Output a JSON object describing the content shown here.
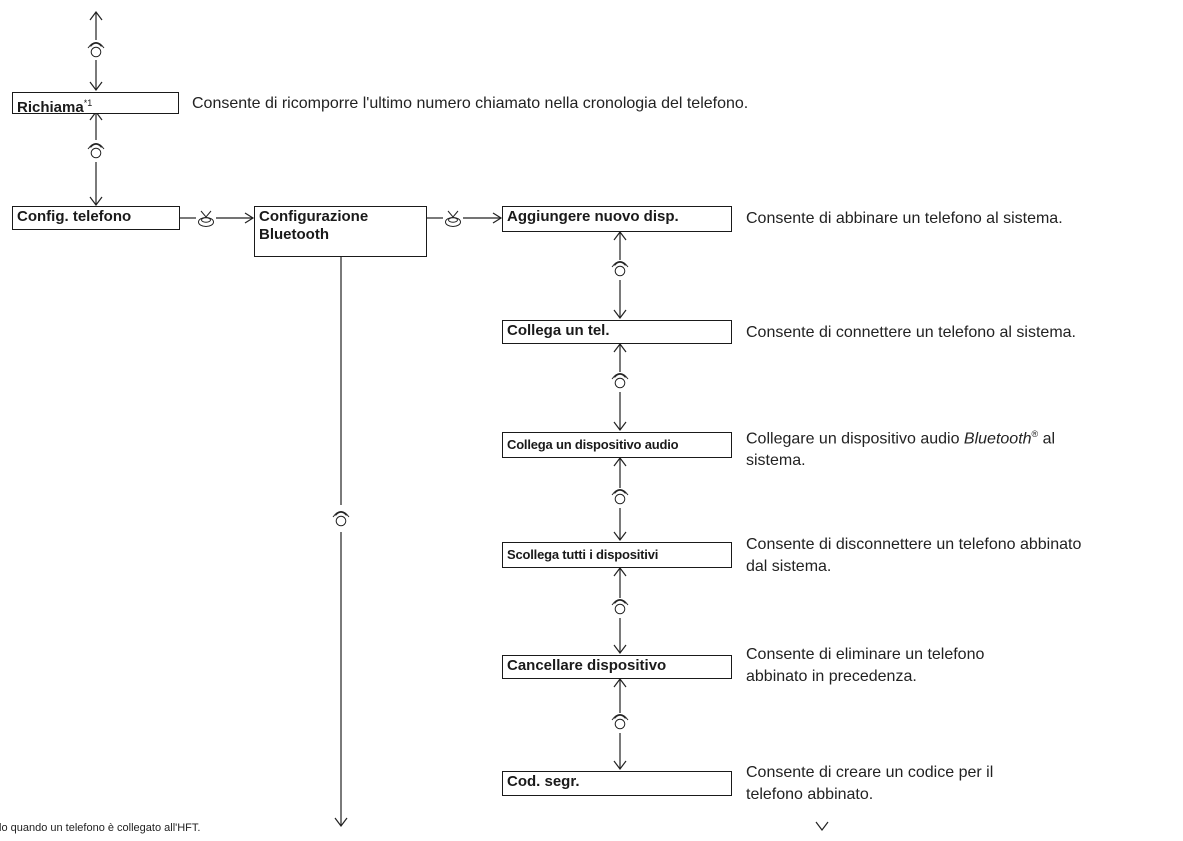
{
  "menu": {
    "richiama": "Richiama",
    "richiama_ref": "*1",
    "config_telefono": "Config. telefono",
    "configurazione_bt_1": "Configurazione",
    "configurazione_bt_2": "Bluetooth",
    "aggiungere": "Aggiungere nuovo disp.",
    "collega_tel": "Collega un tel.",
    "collega_audio": "Collega un dispositivo audio",
    "scollega": "Scollega tutti i dispositivi",
    "cancellare": "Cancellare dispositivo",
    "cod_segr": "Cod. segr."
  },
  "descriptions": {
    "richiama": "Consente di ricomporre l'ultimo numero chiamato nella cronologia del telefono.",
    "aggiungere": "Consente di abbinare un telefono al sistema.",
    "collega_tel": "Consente di connettere un telefono al sistema.",
    "collega_audio_1": "Collegare un dispositivo audio ",
    "collega_audio_italic": "Bluetooth",
    "collega_audio_reg": "®",
    "collega_audio_2": " al",
    "collega_audio_3": "sistema.",
    "scollega_1": "Consente di disconnettere un telefono abbinato",
    "scollega_2": "dal sistema.",
    "cancellare_1": "Consente di eliminare un telefono",
    "cancellare_2": "abbinato in precedenza.",
    "cod_segr_1": "Consente di creare un codice per il",
    "cod_segr_2": "telefono abbinato."
  },
  "footnote": "lo quando un telefono è collegato all'HFT."
}
